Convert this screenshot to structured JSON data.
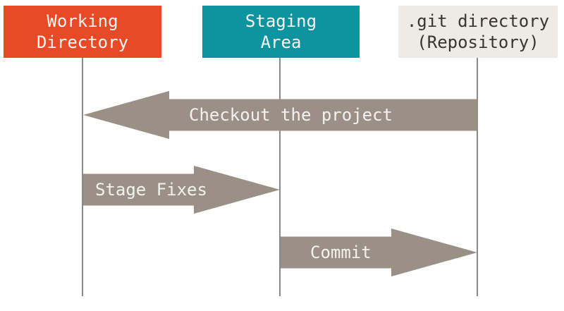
{
  "diagram": {
    "columns": [
      {
        "id": "working-directory",
        "line1": "Working",
        "line2": "Directory",
        "fill": "#E84A28",
        "text_color": "#F8F5F2"
      },
      {
        "id": "staging-area",
        "line1": "Staging",
        "line2": "Area",
        "fill": "#0E949E",
        "text_color": "#F8F5F2"
      },
      {
        "id": "git-directory",
        "line1": ".git directory",
        "line2": "(Repository)",
        "fill": "#EDEBE6",
        "text_color": "#3A342C"
      }
    ],
    "arrows": [
      {
        "label": "Checkout the project",
        "from": "git-directory",
        "to": "working-directory",
        "direction": "left"
      },
      {
        "label": "Stage Fixes",
        "from": "working-directory",
        "to": "staging-area",
        "direction": "right"
      },
      {
        "label": "Commit",
        "from": "staging-area",
        "to": "git-directory",
        "direction": "right"
      }
    ],
    "colors": {
      "arrow_fill": "#9A9086",
      "arrow_text": "#F4F2EF",
      "lifeline": "#8A8A8A",
      "background": "#FFFFFF"
    }
  }
}
